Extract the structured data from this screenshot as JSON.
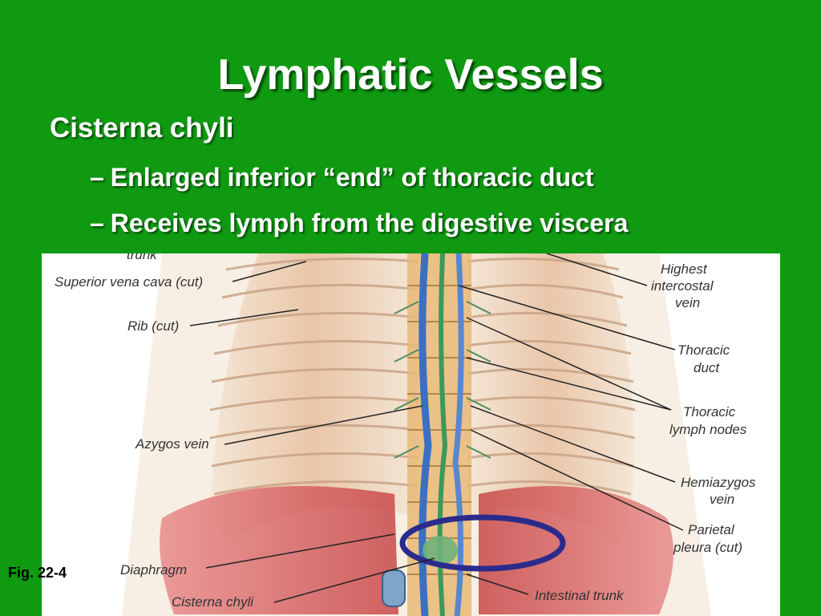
{
  "slide": {
    "title": "Lymphatic Vessels",
    "bullets": [
      {
        "level": 1,
        "text": "Cisterna chyli"
      },
      {
        "level": 2,
        "dash": "–",
        "text": "Enlarged inferior “end” of thoracic duct"
      },
      {
        "level": 2,
        "dash": "–",
        "text": "Receives lymph from the digestive viscera"
      }
    ],
    "figure_caption": "Fig. 22-4"
  },
  "figure": {
    "labels": {
      "top_partial": "trunk",
      "superior_vena_cava": "Superior vena cava (cut)",
      "rib": "Rib (cut)",
      "azygos_vein": "Azygos vein",
      "diaphragm": "Diaphragm",
      "cisterna_chyli": "Cisterna chyli",
      "highest_intercostal_vein": [
        "Highest",
        "intercostal",
        "vein"
      ],
      "thoracic_duct": [
        "Thoracic",
        "duct"
      ],
      "thoracic_lymph_nodes": [
        "Thoracic",
        "lymph nodes"
      ],
      "hemiazygos_vein": [
        "Hemiazygos",
        "vein"
      ],
      "parietal_pleura": [
        "Parietal",
        "pleura (cut)"
      ],
      "intestinal_trunk": "Intestinal trunk"
    },
    "colors": {
      "background": "#0f9a12",
      "highlight_ellipse": "#2b2b8c"
    }
  }
}
